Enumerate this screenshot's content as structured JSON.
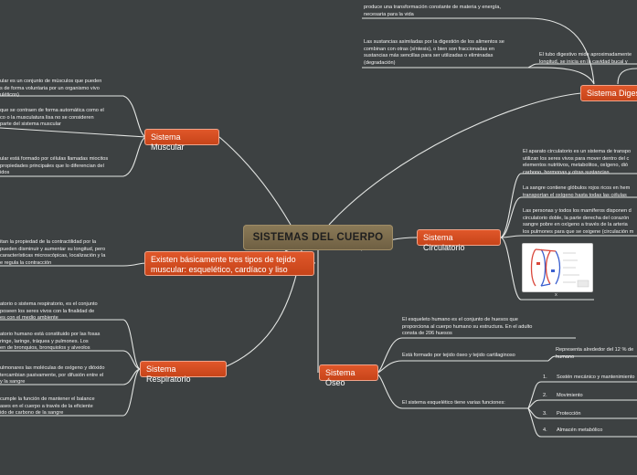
{
  "center": {
    "title": "SISTEMAS DEL CUERPO"
  },
  "branches": {
    "muscular": {
      "label": "Sistema Muscular",
      "leaves": [
        "ular es un conjunto de músculos que pueden\ns de forma voluntaria por un organismo vivo\nuléticos)",
        "que se contraen de forma automática como el\nco o la musculatura lisa no se consideren\nparte del sistema muscular",
        "ular está formado por células llamadas miocitos\npropiedades principales que lo diferencian del\nidos"
      ]
    },
    "tejido": {
      "label": "Existen básicamente tres tipos de tejido muscular: esquelético, cardíaco y liso",
      "leaves": [
        "itan la propiedad de la contractilidad por la\npueden disminuir y aumentar su longitud, pero\ncaracterísticas microscópicas, localización y la\ne regula la contracción"
      ]
    },
    "respiratorio": {
      "label": "Sistema Respiratorio",
      "leaves": [
        "atorio o sistema respiratorio, es el conjunto\nposeen los seres vivos con la finalidad de\nes con el medio ambiente",
        "atorio humano está constituido por las fosas\nringe, laringe, tráquea y pulmones. Los\nen de bronquios, bronquiolos y alveolos",
        "ulmonares las moléculas de oxígeno y dióxido\ntercambian pasivamente, por difusión entre el\ny la sangre",
        "cumple la función de mantener el balance\nases en el cuerpo a través de la eficiente\nido de carbono de la sangre"
      ]
    },
    "digestivo": {
      "label": "Sistema Digestivo",
      "leaves": [
        "produce una transformación constante de materia y energía,\nnecesaria para la vida",
        "Las sustancias asimiladas por la digestión de los alimentos se\ncombinan con otras (síntesis), o bien son fraccionadas en\nsustancias más sencillas para ser utilizadas o eliminadas\n(degradación)",
        "El tubo digestivo mide aproximadamente\nlongitud, se inicia en la cavidad bucal y"
      ]
    },
    "circulatorio": {
      "label": "Sistema Circulatorio",
      "leaves": [
        "El aparato circulatorio es un sistema de transpo\nutilizan los seres vivos para mover dentro del c\nelementos nutritivos, metabolitos, oxígeno, dió\ncarbono, hormonas y otras sustancias",
        "La sangre contiene glóbulos rojos ricos en hem\ntransportan el oxígeno hasta todas las células",
        "Las personas y todos los mamíferos disponen d\ncirculatorio doble, la parte derecha del corazón\nsangre pobre en oxígeno a través de la arteria\nlos pulmones para que se oxigene (circulación m"
      ],
      "figure_caption": "x"
    },
    "oseo": {
      "label": "Sistema Óseo",
      "leaves": [
        "El esqueleto humano es el conjunto de huesos que\nproporciona al cuerpo humano su estructura. En el adulto\nconsta de 206 huesos",
        "Está formado por tejido óseo y tejido cartilaginoso",
        "Representa alrededor del 12 % de\nhumano",
        "El sistema esquelético tiene varias funciones:"
      ],
      "functions": [
        {
          "num": "1.",
          "text": "Sostén mecánico y mantenimiento"
        },
        {
          "num": "2.",
          "text": "Movimiento"
        },
        {
          "num": "3.",
          "text": "Protección"
        },
        {
          "num": "4.",
          "text": "Almacén metabólico"
        }
      ]
    }
  },
  "colors": {
    "node": "#d24e22",
    "center": "#7d6d4d",
    "line": "#e8e8e8",
    "background": "#3d4142"
  }
}
